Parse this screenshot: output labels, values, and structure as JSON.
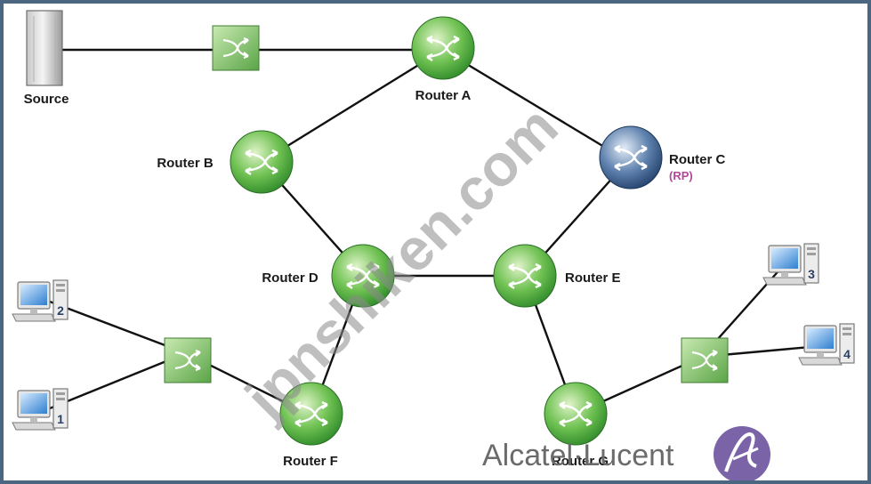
{
  "nodes": {
    "source": {
      "label": "Source"
    },
    "router_a": {
      "label": "Router A"
    },
    "router_b": {
      "label": "Router B"
    },
    "router_c": {
      "label": "Router C",
      "sublabel": "(RP)"
    },
    "router_d": {
      "label": "Router D"
    },
    "router_e": {
      "label": "Router E"
    },
    "router_f": {
      "label": "Router F"
    },
    "router_g": {
      "label": "Router G"
    }
  },
  "hosts": {
    "host_1": {
      "number": "1"
    },
    "host_2": {
      "number": "2"
    },
    "host_3": {
      "number": "3"
    },
    "host_4": {
      "number": "4"
    }
  },
  "watermark": {
    "text": "jpnshiken.com"
  },
  "branding": {
    "text": "Alcatel·Lucent"
  },
  "colors": {
    "router_green": "#5cb85c",
    "rp_blue": "#4f6f99",
    "switch_green": "#7ec46a",
    "rp_label": "#b0479a"
  }
}
